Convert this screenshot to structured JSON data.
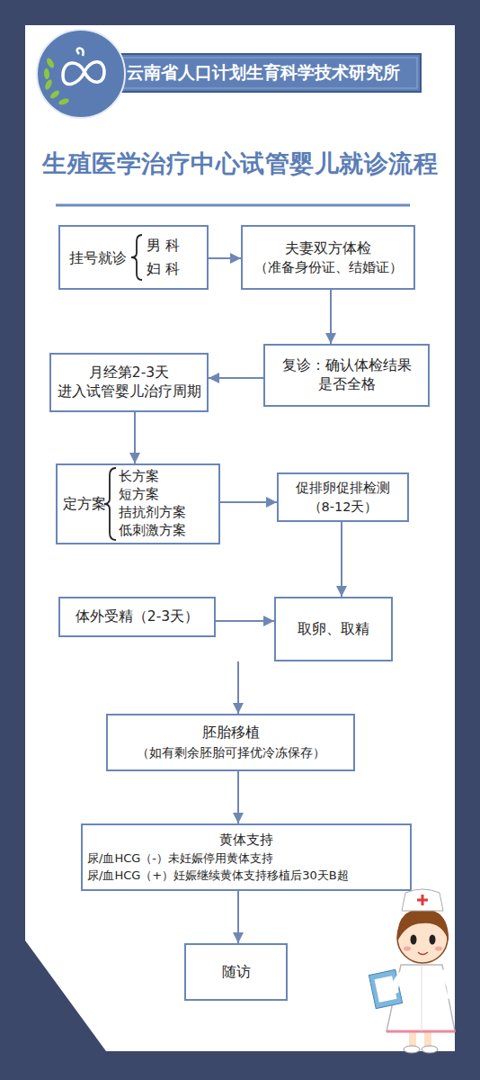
{
  "diagram": {
    "title": "生殖医学治疗中心试管婴儿就诊流程",
    "nodes": [
      {
        "text": [
          "挂号就诊",
          "男 科",
          "妇 科"
        ]
      },
      {
        "text": [
          "夫妻双方体检",
          "（准备身份证、结婚证）"
        ]
      },
      {
        "text": [
          "复诊：确认体检结果 是否全格"
        ]
      },
      {
        "text": [
          "月经第2-3天 进入试管婴儿治疗周期"
        ]
      },
      {
        "text": [
          "定方案",
          "长方案",
          "短方案",
          "拮抗剂方案",
          "低刺激方案"
        ]
      },
      {
        "text": [
          "促排卵促排检测",
          "（8-12天）"
        ]
      },
      {
        "text": [
          "体外受精（2-3天）"
        ]
      },
      {
        "text": [
          "取卵、取精"
        ]
      },
      {
        "text": [
          "胚胎移植",
          "（如有剩余胚胎可择优冷冻保存）"
        ]
      },
      {
        "text": [
          "黄体支持",
          "尿/血HCG（-）未妊娠停用黄体支持",
          "尿/血HCG（+）妊娠继续黄体支持移植后30天B超"
        ]
      },
      {
        "text": [
          "随访"
        ]
      }
    ],
    "edges": [
      {
        "from": 0,
        "to": 1,
        "arrow": "to"
      },
      {
        "from": 1,
        "to": 2,
        "arrow": "to"
      },
      {
        "from": 2,
        "to": 3,
        "arrow": "to"
      },
      {
        "from": 3,
        "to": 4,
        "arrow": "to"
      },
      {
        "from": 4,
        "to": 5,
        "arrow": "to"
      },
      {
        "from": 5,
        "to": 7,
        "arrow": "to"
      },
      {
        "from": 6,
        "to": 7,
        "arrow": "to"
      },
      {
        "from": 7,
        "to": 8,
        "arrow": "to"
      },
      {
        "from": 8,
        "to": 9,
        "arrow": "to"
      },
      {
        "from": 9,
        "to": 10,
        "arrow": "to"
      }
    ],
    "labels": [
      "云南省人口计划生育科学技术研究所"
    ]
  }
}
